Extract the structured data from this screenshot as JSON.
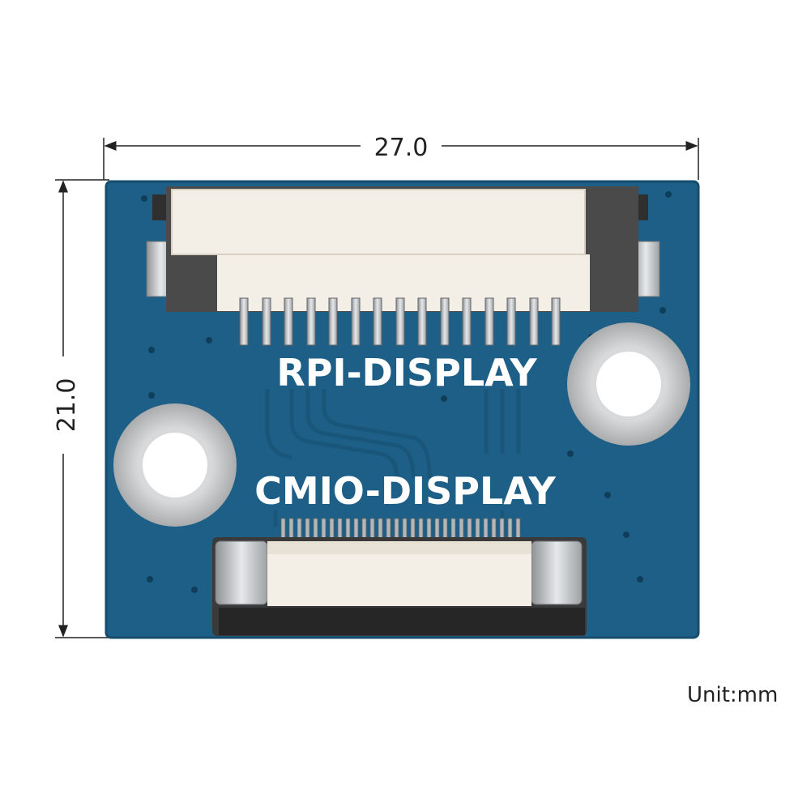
{
  "dimensions": {
    "width_label": "27.0",
    "height_label": "21.0",
    "unit_label": "Unit:mm"
  },
  "board": {
    "top_label": "RPI-DISPLAY",
    "bottom_label": "CMIO-DISPLAY",
    "colors": {
      "pcb": "#1d5f86",
      "connector_body": "#f4efe6",
      "connector_latch": "#3a3a3a",
      "metal": "#b9bcbf",
      "pad_ring": "#c8c9cb"
    }
  }
}
